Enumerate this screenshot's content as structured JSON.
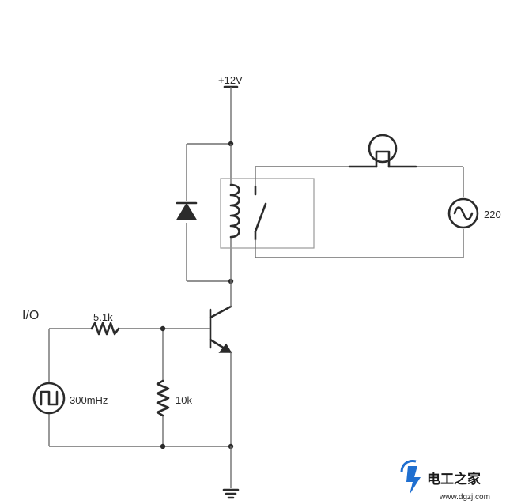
{
  "labels": {
    "supply": "+12V",
    "io": "I/O",
    "r_series": "5.1k",
    "r_pulldown": "10k",
    "source_freq": "300mHz",
    "ac_voltage": "220"
  },
  "watermark": {
    "name": "电工之家",
    "url": "www.dgzj.com"
  },
  "colors": {
    "wire": "#6f6f6f",
    "component": "#2b2b2b",
    "watermark_blue": "#1f6fd0"
  }
}
